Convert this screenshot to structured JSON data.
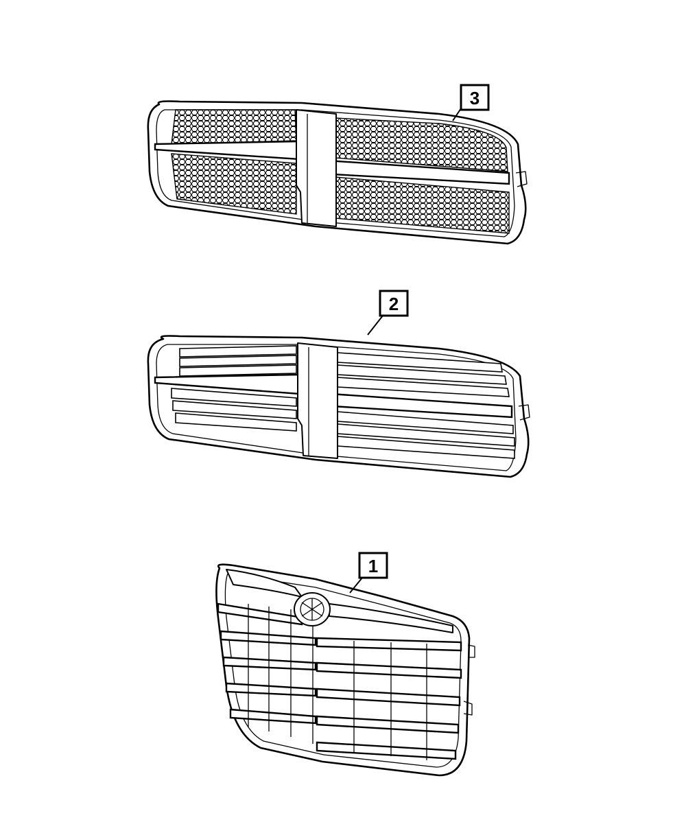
{
  "diagram": {
    "callouts": [
      {
        "id": "callout-3",
        "label": "3"
      },
      {
        "id": "callout-2",
        "label": "2"
      },
      {
        "id": "callout-1",
        "label": "1"
      }
    ]
  }
}
